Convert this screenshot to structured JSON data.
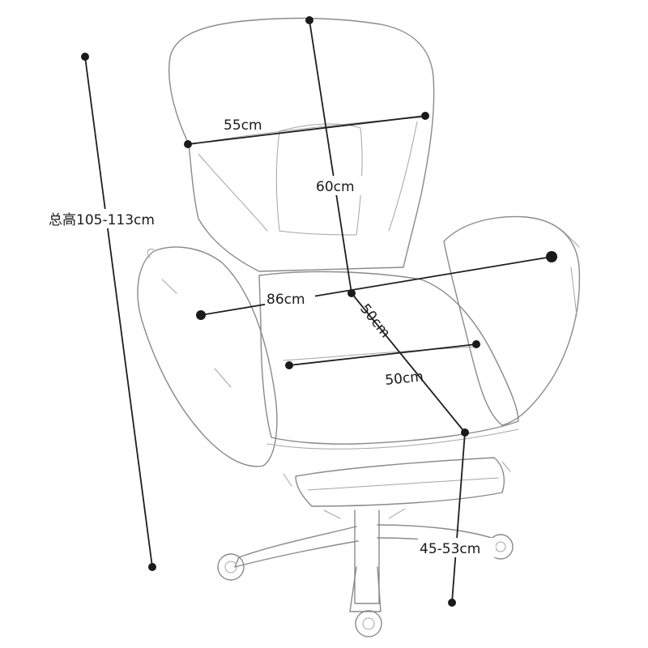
{
  "dimensions": {
    "total_height": "总高105-113cm",
    "backrest_width": "55cm",
    "backrest_height": "60cm",
    "overall_width": "86cm",
    "seat_depth": "50cm",
    "seat_width": "50cm",
    "seat_height": "45-53cm"
  },
  "colors": {
    "outline": "#8a8a8a",
    "dimension_line": "#1e1e1e",
    "background": "#ffffff"
  }
}
